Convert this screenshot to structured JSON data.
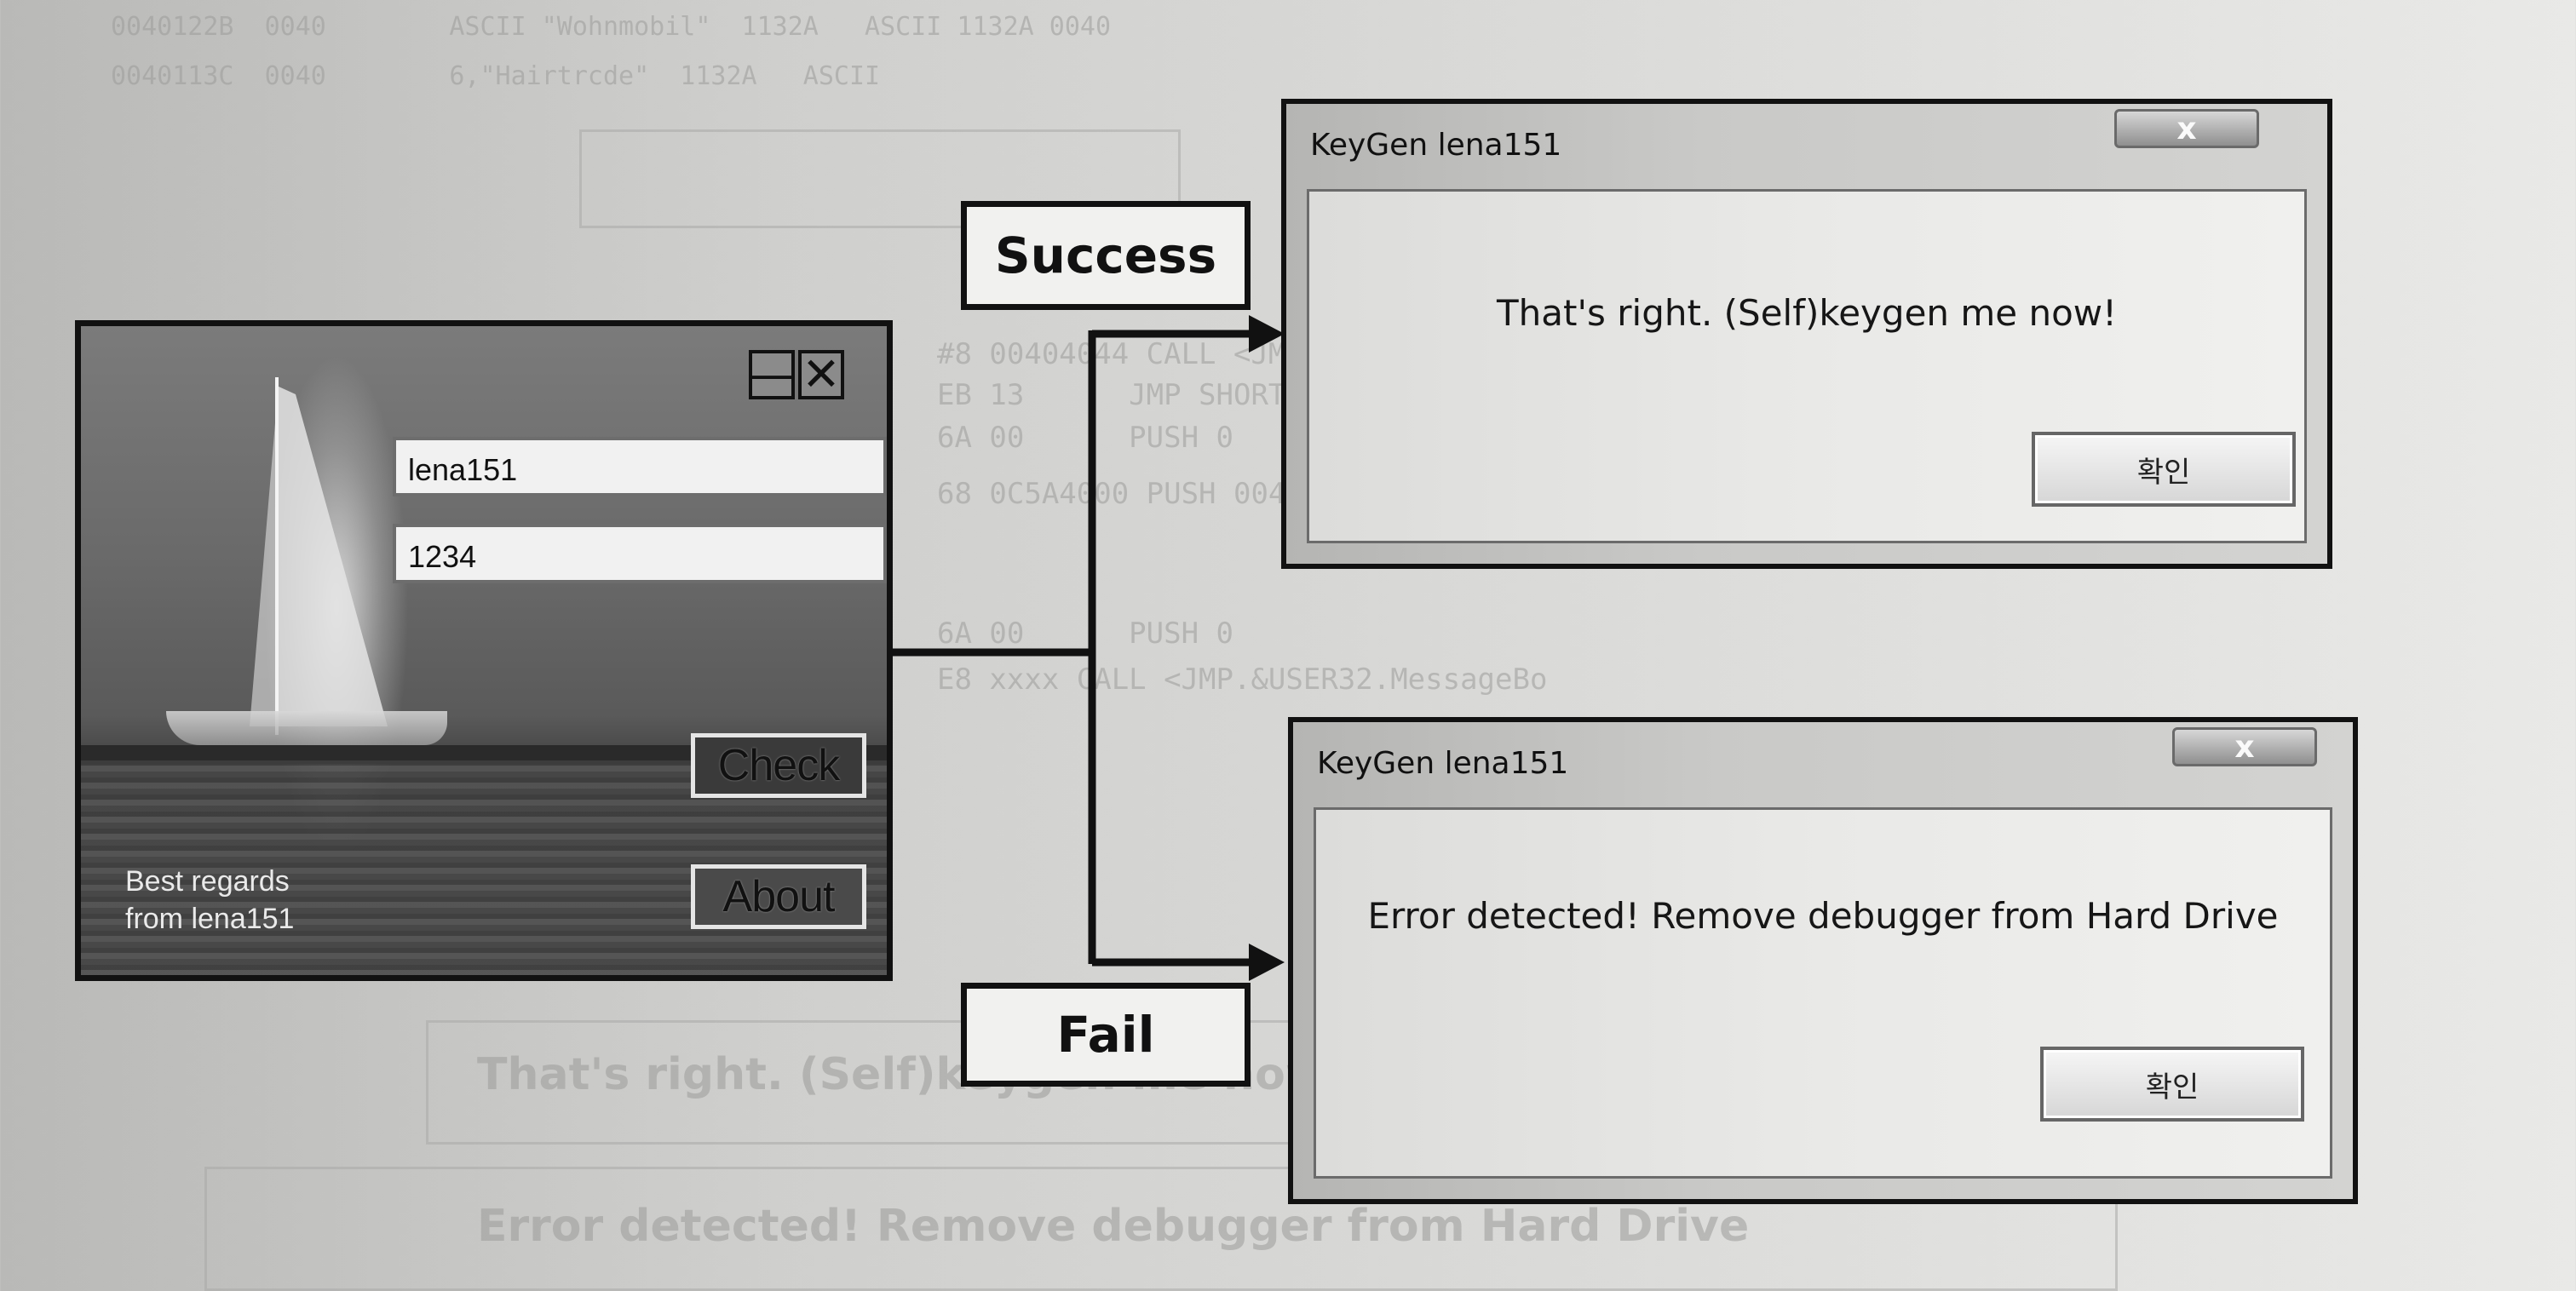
{
  "app": {
    "name_value": "lena151",
    "serial_value": "1234",
    "check_label": "Check",
    "about_label": "About",
    "regards_line1": "Best regards",
    "regards_line2": "from lena151",
    "minimize_glyph": "—",
    "close_glyph": "✕"
  },
  "labels": {
    "success": "Success",
    "fail": "Fail"
  },
  "dialogs": {
    "success": {
      "title": "KeyGen lena151",
      "message": "That's right. (Self)keygen me now!",
      "ok_label": "확인",
      "close_glyph": "x"
    },
    "fail": {
      "title": "KeyGen lena151",
      "message": "Error detected! Remove debugger from Hard Drive",
      "ok_label": "확인",
      "close_glyph": "x"
    }
  },
  "colors": {
    "border": "#111111",
    "dialog_bg": "#d3d3d1",
    "app_bg": "#5a5a5a"
  }
}
